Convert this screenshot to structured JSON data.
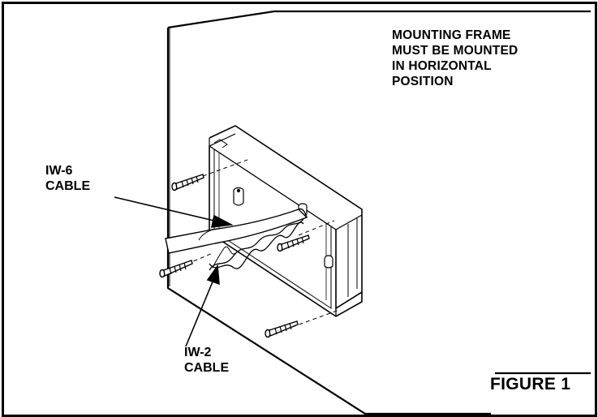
{
  "note": {
    "lines": [
      "MOUNTING FRAME",
      "MUST BE MOUNTED",
      "IN HORIZONTAL",
      "POSITION"
    ]
  },
  "labels": {
    "iw6": [
      "IW-6",
      "CABLE"
    ],
    "iw2": [
      "IW-2",
      "CABLE"
    ]
  },
  "figure_label": "FIGURE 1"
}
